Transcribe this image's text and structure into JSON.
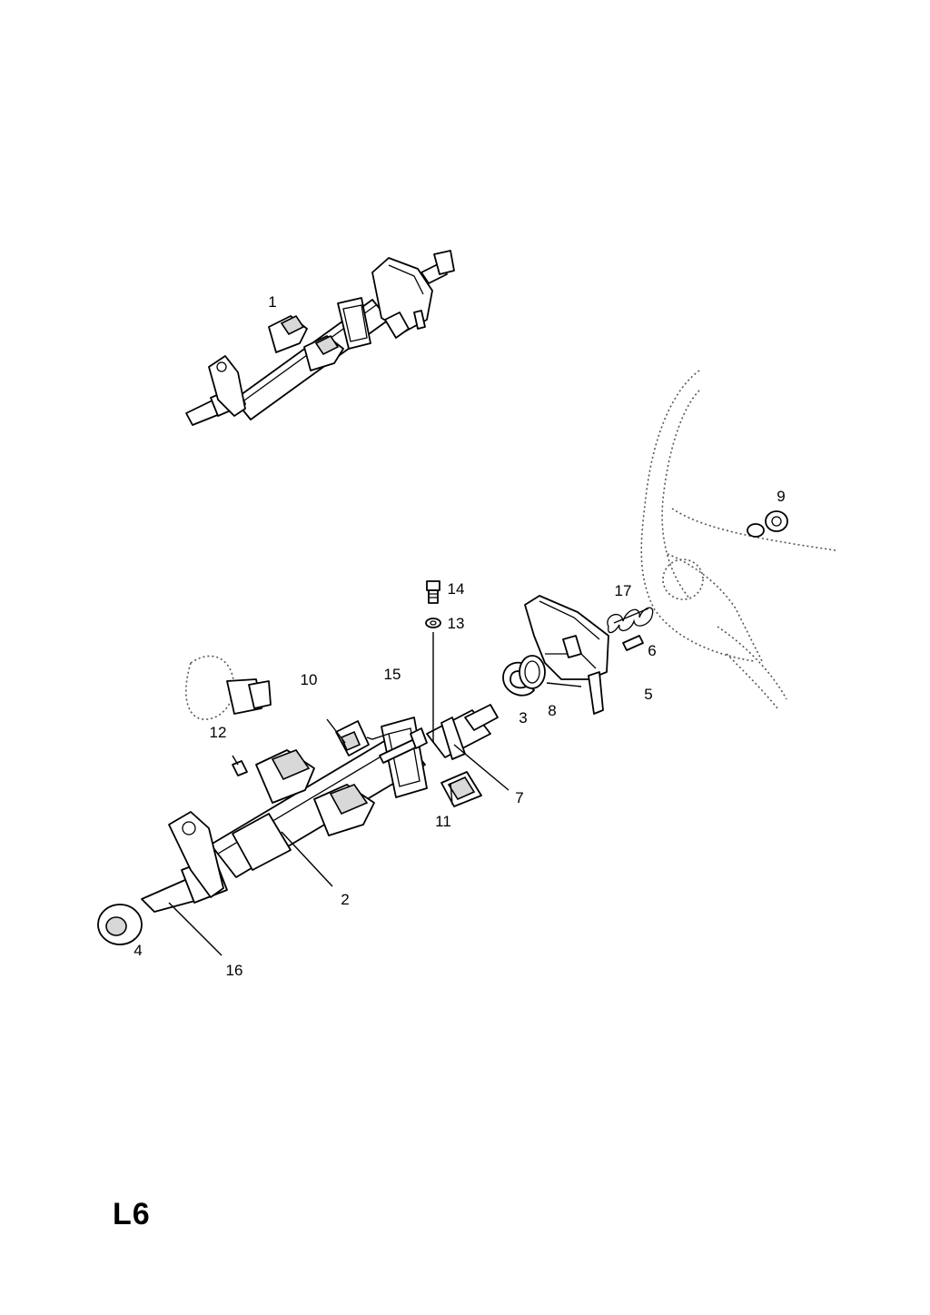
{
  "diagram": {
    "page_code": "L6",
    "callouts": [
      {
        "id": "1",
        "label": "1"
      },
      {
        "id": "2",
        "label": "2"
      },
      {
        "id": "3",
        "label": "3"
      },
      {
        "id": "4",
        "label": "4"
      },
      {
        "id": "5",
        "label": "5"
      },
      {
        "id": "6",
        "label": "6"
      },
      {
        "id": "7",
        "label": "7"
      },
      {
        "id": "8",
        "label": "8"
      },
      {
        "id": "9",
        "label": "9"
      },
      {
        "id": "10",
        "label": "10"
      },
      {
        "id": "11",
        "label": "11"
      },
      {
        "id": "12",
        "label": "12"
      },
      {
        "id": "13",
        "label": "13"
      },
      {
        "id": "14",
        "label": "14"
      },
      {
        "id": "15",
        "label": "15"
      },
      {
        "id": "16",
        "label": "16"
      },
      {
        "id": "17",
        "label": "17"
      }
    ]
  }
}
